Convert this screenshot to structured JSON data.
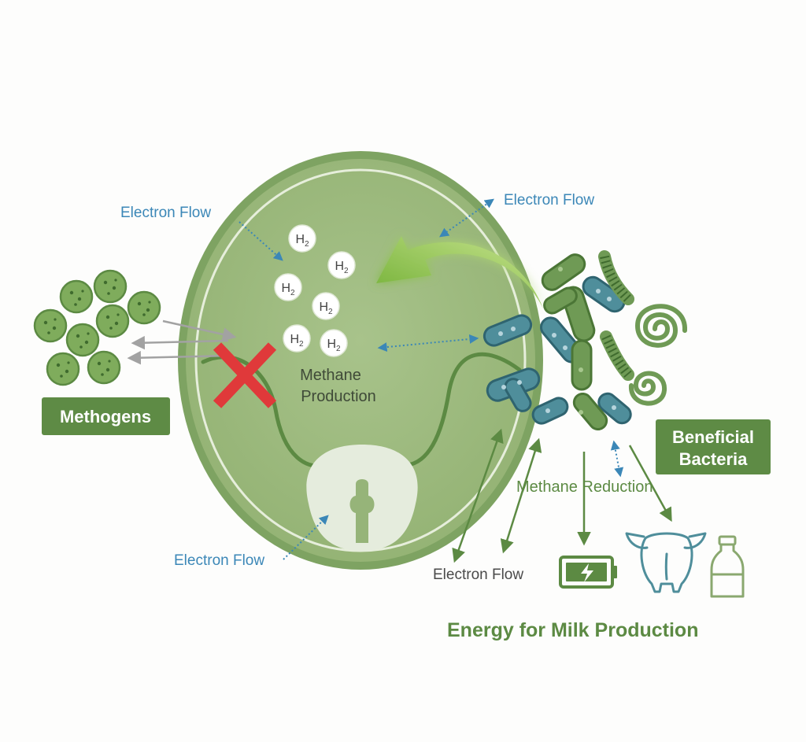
{
  "labels": {
    "electron_flow_top_left": "Electron Flow",
    "electron_flow_top_right": "Electron Flow",
    "electron_flow_bottom_left": "Electron Flow",
    "electron_flow_bottom_right": "Electron Flow",
    "methane_production_line1": "Methane",
    "methane_production_line2": "Production",
    "methane_reduction": "Methane Reduction",
    "energy_for_milk": "Energy for Milk Production"
  },
  "badges": {
    "methogens": "Methogens",
    "beneficial_line1": "Beneficial",
    "beneficial_line2": "Bacteria"
  },
  "molecules": {
    "h2_base": "H",
    "h2_sub": "2"
  },
  "colors": {
    "cell_fill": "#9cb87c",
    "cell_outline": "#6f9a55",
    "dark_green": "#5c8a43",
    "badge_green": "#5e8b45",
    "teal_bacteria": "#4f8e9b",
    "electron_blue": "#3b87b7",
    "inhibit_red": "#e0393a",
    "bright_arrow": "#8cc443"
  },
  "icons": {
    "inhibit": "red-x-icon",
    "battery": "battery-charging-icon",
    "cow": "cow-udder-icon",
    "milk": "milk-bottle-icon"
  }
}
